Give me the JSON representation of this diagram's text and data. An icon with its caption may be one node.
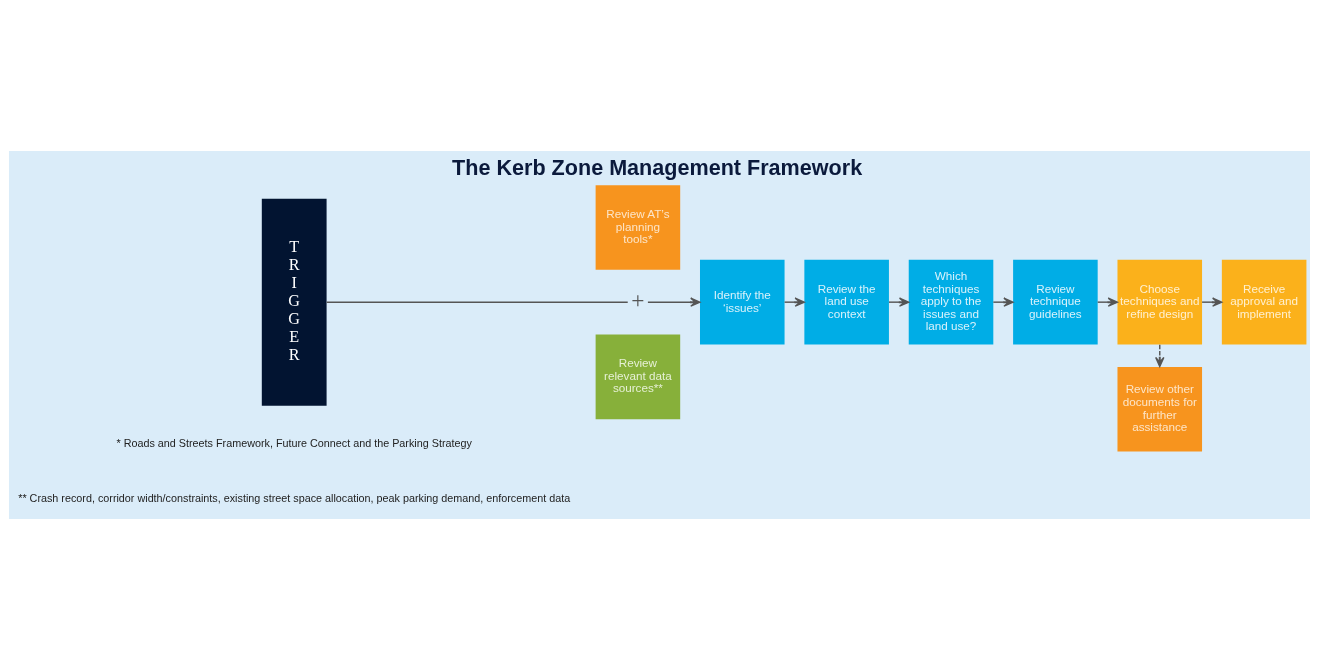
{
  "diagram": {
    "title": "The Kerb Zone Management Framework",
    "nodes": [
      {
        "text": [
          "TRIGGER"
        ]
      },
      {
        "text": [
          "Review AT’s planning tools*"
        ]
      },
      {
        "text": [
          "Review relevant data sources**"
        ]
      },
      {
        "text": [
          "+"
        ]
      },
      {
        "text": [
          "Identify the ‘issues’"
        ]
      },
      {
        "text": [
          "Review the land use context"
        ]
      },
      {
        "text": [
          "Which techniques apply to the issues and land use?"
        ]
      },
      {
        "text": [
          "Review technique guidelines"
        ]
      },
      {
        "text": [
          "Choose techniques and refine design"
        ]
      },
      {
        "text": [
          "Receive approval and implement"
        ]
      },
      {
        "text": [
          "Review other documents for further assistance"
        ]
      }
    ],
    "edges": [
      {
        "from": 0,
        "to": 3,
        "arrow": "none"
      },
      {
        "from": 3,
        "to": 4,
        "arrow": "to"
      },
      {
        "from": 4,
        "to": 5,
        "arrow": "to"
      },
      {
        "from": 5,
        "to": 6,
        "arrow": "to"
      },
      {
        "from": 6,
        "to": 7,
        "arrow": "to"
      },
      {
        "from": 7,
        "to": 8,
        "arrow": "to"
      },
      {
        "from": 8,
        "to": 9,
        "arrow": "to"
      },
      {
        "from": 8,
        "to": 10,
        "arrow": "to",
        "style": "dashed"
      }
    ],
    "labels": [
      "* Roads and Streets Framework, Future Connect and the Parking Strategy",
      "** Crash record, corridor width/constraints, existing street space allocation, peak parking demand, enforcement data"
    ]
  }
}
